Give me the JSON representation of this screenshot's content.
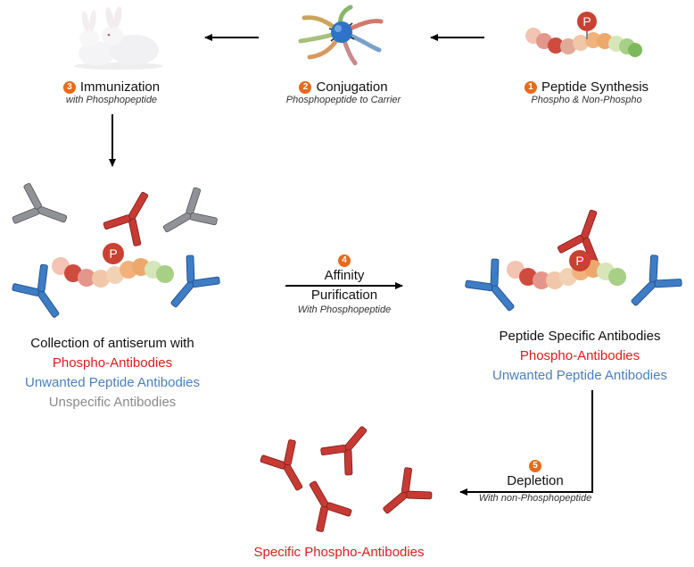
{
  "steps": {
    "peptide_synthesis": {
      "number": "1",
      "title": "Peptide Synthesis",
      "subtitle": "Phospho & Non-Phospho"
    },
    "conjugation": {
      "number": "2",
      "title": "Conjugation",
      "subtitle": "Phosphopeptide to Carrier"
    },
    "immunization": {
      "number": "3",
      "title": "Immunization",
      "subtitle": "with Phosphopeptide"
    },
    "affinity_purification": {
      "number": "4",
      "title_line1": "Affinity",
      "title_line2": "Purification",
      "subtitle": "With Phosphopeptide"
    },
    "depletion": {
      "number": "5",
      "title": "Depletion",
      "subtitle": "With non-Phosphopeptide"
    }
  },
  "phospho_marker": "P",
  "antiserum": {
    "heading": "Collection of antiserum with",
    "phospho": "Phospho-Antibodies",
    "unwanted": "Unwanted Peptide Antibodies",
    "unspecific": "Unspecific Antibodies"
  },
  "peptide_specific": {
    "heading": "Peptide Specific Antibodies",
    "phospho": "Phospho-Antibodies",
    "unwanted": "Unwanted Peptide Antibodies"
  },
  "final_result": "Specific Phospho-Antibodies",
  "colors": {
    "phospho_red": "#e01b1b",
    "unwanted_blue": "#4a7fc0",
    "unspecific_gray": "#8a8a8a",
    "step_number_orange": "#e86a1a"
  }
}
